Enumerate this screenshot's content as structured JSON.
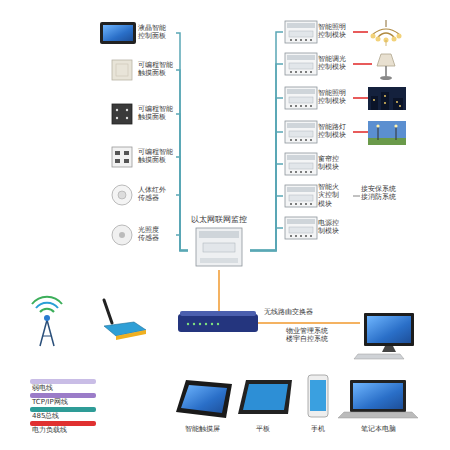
{
  "diagram": {
    "nodes": [
      {
        "text": [
          "液晶智能 控制面板"
        ]
      },
      {
        "text": [
          "可编程智能 触摸面板"
        ]
      },
      {
        "text": [
          "可编程智能 触摸面板"
        ]
      },
      {
        "text": [
          "可编程智能 触摸面板"
        ]
      },
      {
        "text": [
          "人体红外 传感器"
        ]
      },
      {
        "text": [
          "光照度 传感器"
        ]
      },
      {
        "text": [
          "以太网联网监控"
        ]
      },
      {
        "text": [
          "智能照明 控制模块"
        ]
      },
      {
        "text": [
          "智能调光 控制模块"
        ]
      },
      {
        "text": [
          "智能照明 控制模块"
        ]
      },
      {
        "text": [
          "智能路灯 控制模块"
        ]
      },
      {
        "text": [
          "窗帘控 制模块"
        ]
      },
      {
        "text": [
          "智能火 灾控制 模块"
        ]
      },
      {
        "text": [
          "电源控 制模块"
        ]
      },
      {
        "text": [
          "无线路由交换器"
        ]
      },
      {
        "text": [
          "物业管理系统 楼宇自控系统"
        ]
      },
      {
        "text": [
          "智能触摸屏"
        ]
      },
      {
        "text": [
          "平板"
        ]
      },
      {
        "text": [
          "手机"
        ]
      },
      {
        "text": [
          "笔记本电脑"
        ]
      }
    ],
    "edges": [
      {
        "from": 0,
        "to": 6,
        "arrow": "none"
      },
      {
        "from": 1,
        "to": 6,
        "arrow": "none"
      },
      {
        "from": 2,
        "to": 6,
        "arrow": "none"
      },
      {
        "from": 3,
        "to": 6,
        "arrow": "none"
      },
      {
        "from": 4,
        "to": 6,
        "arrow": "none"
      },
      {
        "from": 5,
        "to": 6,
        "arrow": "none"
      },
      {
        "from": 6,
        "to": 7,
        "arrow": "none"
      },
      {
        "from": 6,
        "to": 8,
        "arrow": "none"
      },
      {
        "from": 6,
        "to": 9,
        "arrow": "none"
      },
      {
        "from": 6,
        "to": 10,
        "arrow": "none"
      },
      {
        "from": 6,
        "to": 11,
        "arrow": "none"
      },
      {
        "from": 6,
        "to": 12,
        "arrow": "none"
      },
      {
        "from": 6,
        "to": 13,
        "arrow": "none"
      },
      {
        "from": 6,
        "to": 14,
        "arrow": "none"
      },
      {
        "from": 14,
        "to": 15,
        "arrow": "none"
      }
    ],
    "labels": [
      "接安保系统 接消防系统"
    ],
    "legend": [
      {
        "text": "弱电线",
        "color": "#c9bde6"
      },
      {
        "text": "TCP/IP网线",
        "color": "#9b7cc8"
      },
      {
        "text": "485总线",
        "color": "#2e9c97"
      },
      {
        "text": "电力负载线",
        "color": "#e03030"
      }
    ]
  }
}
